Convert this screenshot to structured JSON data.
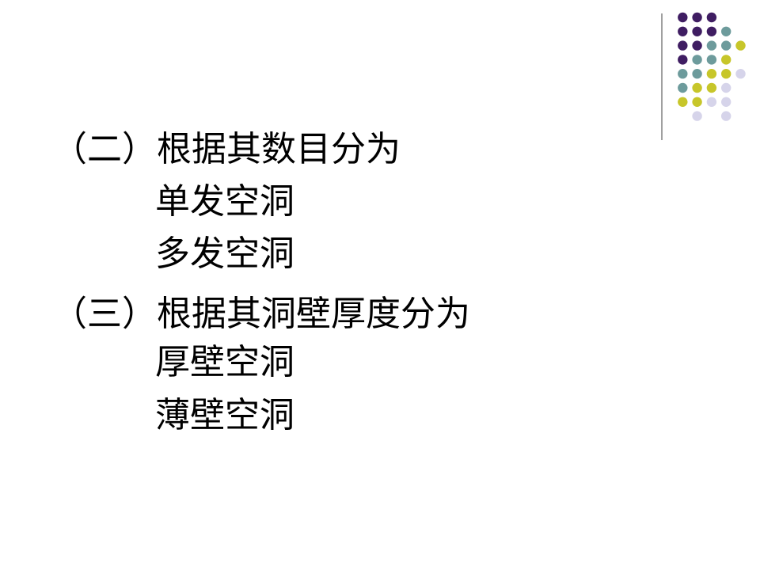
{
  "slide": {
    "lines": [
      "（二）根据其数目分为",
      "单发空洞",
      "多发空洞",
      "（三）根据其洞壁厚度分为",
      "厚壁空洞",
      "薄壁空洞"
    ]
  },
  "decoration": {
    "colors": {
      "purple": "#3F1D62",
      "teal": "#6D9B9C",
      "olive": "#C7C62A",
      "lavender": "#D6D4EA",
      "divider": "#808080"
    }
  }
}
